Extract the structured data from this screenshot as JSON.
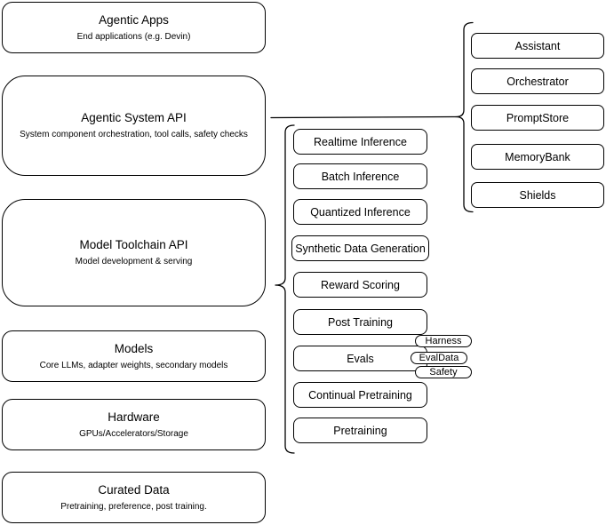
{
  "diagram": {
    "left_column": [
      {
        "title": "Agentic Apps",
        "subtitle": "End applications (e.g. Devin)"
      },
      {
        "title": "Agentic System API",
        "subtitle": "System component orchestration, tool calls, safety checks"
      },
      {
        "title": "Model Toolchain API",
        "subtitle": "Model development & serving"
      },
      {
        "title": "Models",
        "subtitle": "Core LLMs, adapter weights, secondary models"
      },
      {
        "title": "Hardware",
        "subtitle": "GPUs/Accelerators/Storage"
      },
      {
        "title": "Curated Data",
        "subtitle": "Pretraining, preference, post training."
      }
    ],
    "toolchain_items": [
      "Realtime Inference",
      "Batch Inference",
      "Quantized Inference",
      "Synthetic Data Generation",
      "Reward Scoring",
      "Post Training",
      "Evals",
      "Continual Pretraining",
      "Pretraining"
    ],
    "eval_tags": [
      "Harness",
      "EvalData",
      "Safety"
    ],
    "agentic_components": [
      "Assistant",
      "Orchestrator",
      "PromptStore",
      "MemoryBank",
      "Shields"
    ],
    "colors": {
      "stroke": "#000000",
      "fill": "#ffffff",
      "text": "#000000"
    }
  }
}
